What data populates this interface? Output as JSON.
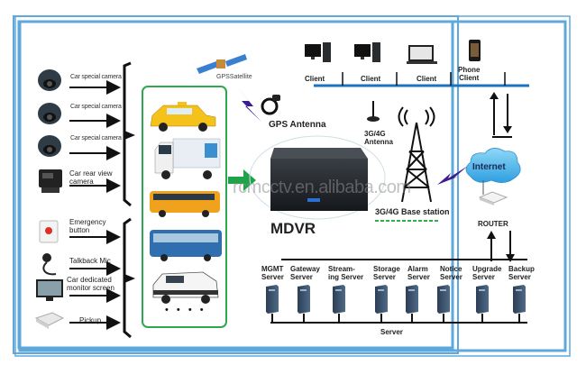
{
  "colors": {
    "frame_blue": "#5fa8dc",
    "vehicle_box_green": "#2ea84f",
    "flow_arrow_green": "#1fa34a",
    "network_line_blue": "#1e73be",
    "lightning_purple": "#3b1d8f",
    "dashed_green": "#2bb24c",
    "cloud_blue": "#48b6ea"
  },
  "inputs": {
    "cameras": [
      {
        "label": "Car special camera",
        "icon": "dome-camera-icon"
      },
      {
        "label": "Car special camera",
        "icon": "dome-camera-icon"
      },
      {
        "label": "Car special camera",
        "icon": "dome-camera-icon"
      },
      {
        "label_line1": "Car rear view",
        "label_line2": "camera",
        "icon": "rear-view-camera-icon"
      }
    ],
    "peripherals": [
      {
        "label_line1": "Emergency",
        "label_line2": "button",
        "icon": "emergency-button-icon"
      },
      {
        "label": "Talkback Mic",
        "icon": "microphone-icon"
      },
      {
        "label_line1": "Car dedicated",
        "label_line2": "monitor screen",
        "icon": "monitor-icon"
      },
      {
        "label": "Pickup",
        "icon": "pickup-icon"
      }
    ]
  },
  "vehicles": {
    "items": [
      "taxi",
      "truck",
      "school-bus",
      "coach-bus",
      "police-vehicle"
    ],
    "more": "• • • •"
  },
  "gps": {
    "satellite_label": "GPSSatellite",
    "antenna_label": "GPS Antenna"
  },
  "mdvr": {
    "label": "MDVR"
  },
  "watermark": "rcmcctv.en.alibaba.com",
  "network": {
    "antenna_label_line1": "3G/4G",
    "antenna_label_line2": "Antenna",
    "base_station_label": "3G/4G  Base station",
    "internet_label": "Internet",
    "router_label": "ROUTER"
  },
  "clients": [
    {
      "label": "Client",
      "icon": "desktop-computer-icon"
    },
    {
      "label": "Client",
      "icon": "desktop-computer-icon"
    },
    {
      "label": "Client",
      "icon": "laptop-icon"
    },
    {
      "label_line1": "Phone",
      "label_line2": "Client",
      "icon": "mobile-phone-icon"
    }
  ],
  "servers": {
    "items": [
      {
        "line1": "MGMT",
        "line2": "Server"
      },
      {
        "line1": "Gateway",
        "line2": "Server"
      },
      {
        "line1": "Stream-",
        "line2": "ing Server"
      },
      {
        "line1": "Storage",
        "line2": "Server"
      },
      {
        "line1": "Alarm",
        "line2": "Server"
      },
      {
        "line1": "Notice",
        "line2": "Server"
      },
      {
        "line1": "Upgrade",
        "line2": "Server"
      },
      {
        "line1": "Backup",
        "line2": "Server"
      }
    ],
    "group_label": "Server"
  }
}
